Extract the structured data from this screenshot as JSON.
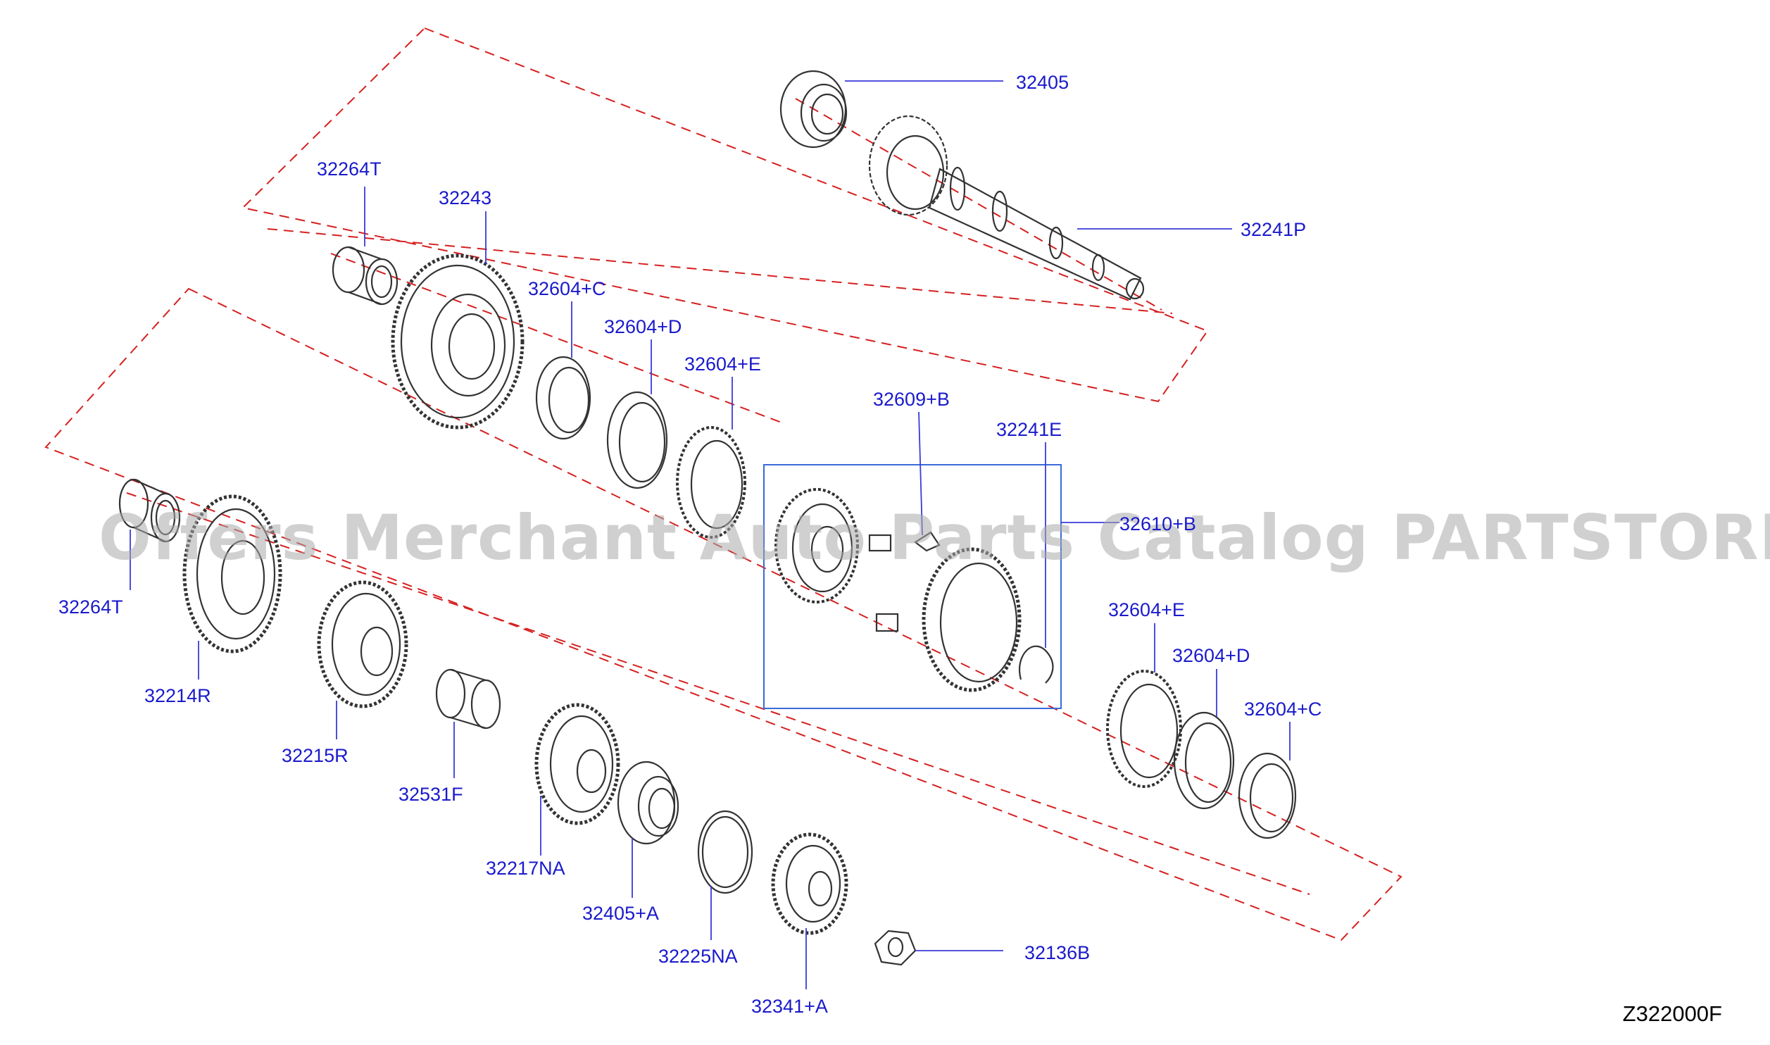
{
  "diagram_code": "Z322000F",
  "watermark": "Offers Merchant Auto Parts Catalog PARTSTORE.SA",
  "colors": {
    "label": "#1a1acc",
    "leader": "#3a3ad8",
    "outline": "#d62020",
    "part": "#333333"
  },
  "labels": {
    "p32405": "32405",
    "p32241P": "32241P",
    "p32264T_top": "32264T",
    "p32243": "32243",
    "p32604C_top": "32604+C",
    "p32604D_top": "32604+D",
    "p32604E_top": "32604+E",
    "p32609B": "32609+B",
    "p32241E": "32241E",
    "p32610B": "32610+B",
    "p32264T_left": "32264T",
    "p32214R": "32214R",
    "p32215R": "32215R",
    "p32531F": "32531F",
    "p32217NA": "32217NA",
    "p32405A": "32405+A",
    "p32225NA": "32225NA",
    "p32341A": "32341+A",
    "p32136B": "32136B",
    "p32604E_right": "32604+E",
    "p32604D_right": "32604+D",
    "p32604C_right": "32604+C"
  }
}
